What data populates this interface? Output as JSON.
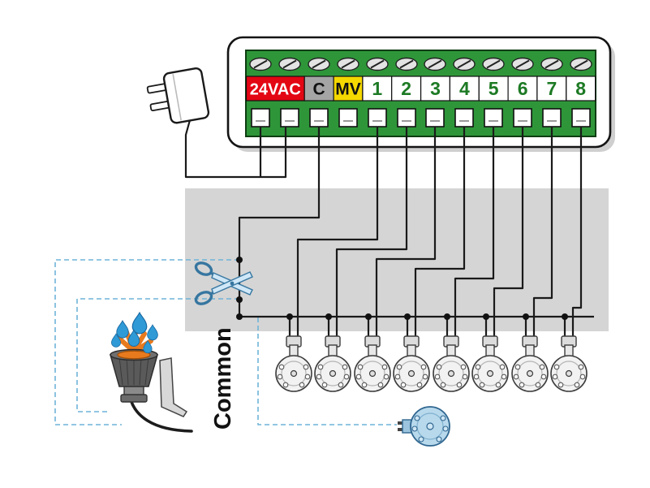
{
  "diagram_type": "irrigation-controller-wiring-diagram",
  "controller": {
    "terminal_labels": [
      {
        "id": "power",
        "label": "24VAC",
        "bg": "#E30613",
        "fg": "#FFFFFF"
      },
      {
        "id": "common",
        "label": "C",
        "bg": "#A5A5A5",
        "fg": "#111111"
      },
      {
        "id": "master-valve",
        "label": "MV",
        "bg": "#F5D800",
        "fg": "#111111"
      },
      {
        "id": "station-1",
        "label": "1",
        "bg": "#FFFFFF",
        "fg": "#1D7A24"
      },
      {
        "id": "station-2",
        "label": "2",
        "bg": "#FFFFFF",
        "fg": "#1D7A24"
      },
      {
        "id": "station-3",
        "label": "3",
        "bg": "#FFFFFF",
        "fg": "#1D7A24"
      },
      {
        "id": "station-4",
        "label": "4",
        "bg": "#FFFFFF",
        "fg": "#1D7A24"
      },
      {
        "id": "station-5",
        "label": "5",
        "bg": "#FFFFFF",
        "fg": "#1D7A24"
      },
      {
        "id": "station-6",
        "label": "6",
        "bg": "#FFFFFF",
        "fg": "#1D7A24"
      },
      {
        "id": "station-7",
        "label": "7",
        "bg": "#FFFFFF",
        "fg": "#1D7A24"
      },
      {
        "id": "station-8",
        "label": "8",
        "bg": "#FFFFFF",
        "fg": "#1D7A24"
      }
    ]
  },
  "annotations": {
    "common_wire_label": "Common"
  },
  "icons": [
    "power-adapter-icon",
    "screw-terminal-icon",
    "wire-clamp-icon",
    "scissors-icon",
    "zone-valve-icon",
    "master-valve-icon",
    "sprinkler-head-icon",
    "water-drop-icon"
  ],
  "colors": {
    "terminal_strip": "#2E9639",
    "wire": "#1A1A1A",
    "wiring_area": "#D5D5D5",
    "dashed_accessory_wire": "#6FB4D8",
    "master_valve": "#B8D9EC",
    "valve": "#F2F2F2",
    "sprinkler_rotor": "#E87A1E",
    "water_drop": "#2F9AD6"
  }
}
